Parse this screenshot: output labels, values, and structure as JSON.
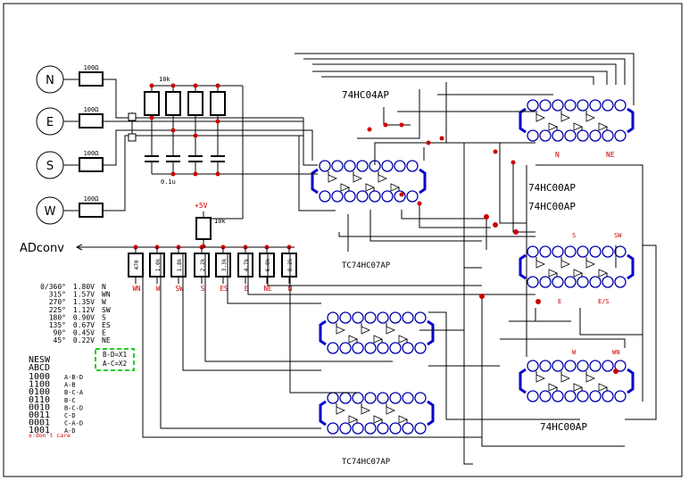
{
  "compass": {
    "n": "N",
    "e": "E",
    "s": "S",
    "w": "W",
    "r_n": "100Ω",
    "r_e": "100Ω",
    "r_s": "100Ω",
    "r_w": "100Ω"
  },
  "pullups": {
    "value": "10k"
  },
  "caps": {
    "value": "0.1u"
  },
  "supply": {
    "label": "+5V",
    "pull_value": "10k"
  },
  "adc": {
    "label": "ADconv"
  },
  "ladder": {
    "values": [
      "470",
      "1.0k",
      "1.8k",
      "2.2k",
      "3.3k",
      "4.7k",
      "6.8k",
      "8.2k"
    ],
    "labels": [
      "WN",
      "W",
      "SW",
      "S",
      "ES",
      "E",
      "NE",
      "N"
    ]
  },
  "chips": {
    "u1": "74HC04AP",
    "u2": "74HC00AP",
    "u3": "74HC00AP",
    "u4": "TC74HC07AP",
    "u5": "74HC00AP",
    "u6": "TC74HC07AP"
  },
  "pin_tags": {
    "u2_n": "N",
    "u2_ne": "NE",
    "u3_s": "S",
    "u3_sw": "SW",
    "u3_e": "E",
    "u3_es": "E/S",
    "u5_w": "W",
    "u5_wn": "WN"
  },
  "table": {
    "rows": [
      [
        "0/360°",
        "1.80V",
        "N"
      ],
      [
        "315°",
        "1.57V",
        "WN"
      ],
      [
        "270°",
        "1.35V",
        "W"
      ],
      [
        "225°",
        "1.12V",
        "SW"
      ],
      [
        "180°",
        "0.90V",
        "S"
      ],
      [
        "135°",
        "0.67V",
        "ES"
      ],
      [
        "90°",
        "0.45V",
        "E"
      ],
      [
        "45°",
        "0.22V",
        "NE"
      ]
    ]
  },
  "logic": {
    "header1": "NESW",
    "header2": "ABCD",
    "rows": [
      [
        "1000",
        "A-B-D"
      ],
      [
        "1100",
        "A-B"
      ],
      [
        "0100",
        "B-C-A"
      ],
      [
        "0110",
        "B-C"
      ],
      [
        "0010",
        "B-C-D"
      ],
      [
        "0011",
        "C-D"
      ],
      [
        "0001",
        "C-A-D"
      ],
      [
        "1001",
        "A-D"
      ]
    ],
    "footnote": "x:don't care",
    "key1": "B-D=X1",
    "key2": "A-C=X2"
  },
  "colors": {
    "wire": "#000000",
    "node": "#cc0000",
    "pin": "#0000aa",
    "key_border": "#22cc22"
  }
}
